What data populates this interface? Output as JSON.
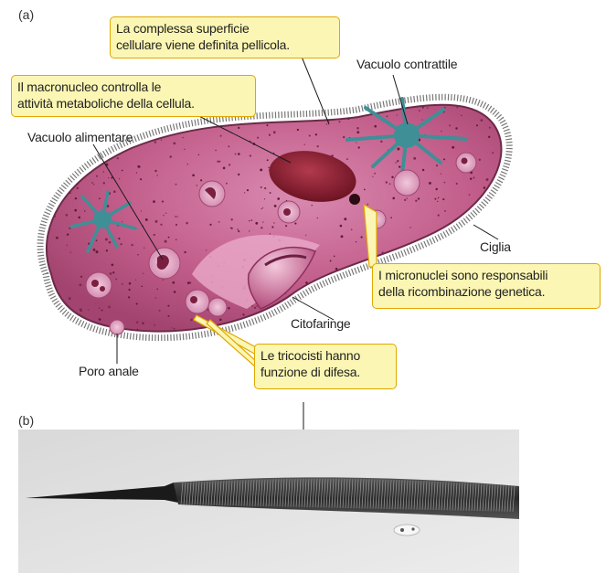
{
  "figure": {
    "panel_a_label": "(a)",
    "panel_b_label": "(b)",
    "callouts": {
      "pellicle": [
        "La complessa superficie",
        "cellulare viene definita pellicola."
      ],
      "macronucleus": [
        "Il macronucleo controlla le",
        "attività metaboliche della cellula."
      ],
      "micronuclei": [
        "I micronuclei sono responsabili",
        "della ricombinazione genetica."
      ],
      "trichocysts": [
        "Le tricocisti hanno",
        "funzione di difesa."
      ]
    },
    "labels": {
      "contractile_vacuole": "Vacuolo contrattile",
      "food_vacuole": "Vacuolo alimentare",
      "cilia": "Ciglia",
      "cytopharynx": "Citofaringe",
      "anal_pore": "Poro anale"
    }
  },
  "colors": {
    "cell_body": "#c25d8a",
    "cell_outline": "#6b2a48",
    "macronucleus": "#8a1c2e",
    "contractile_vacuole": "#3f8f96",
    "callout_fill": "#fbf6b3",
    "callout_border": "#e0a700"
  }
}
